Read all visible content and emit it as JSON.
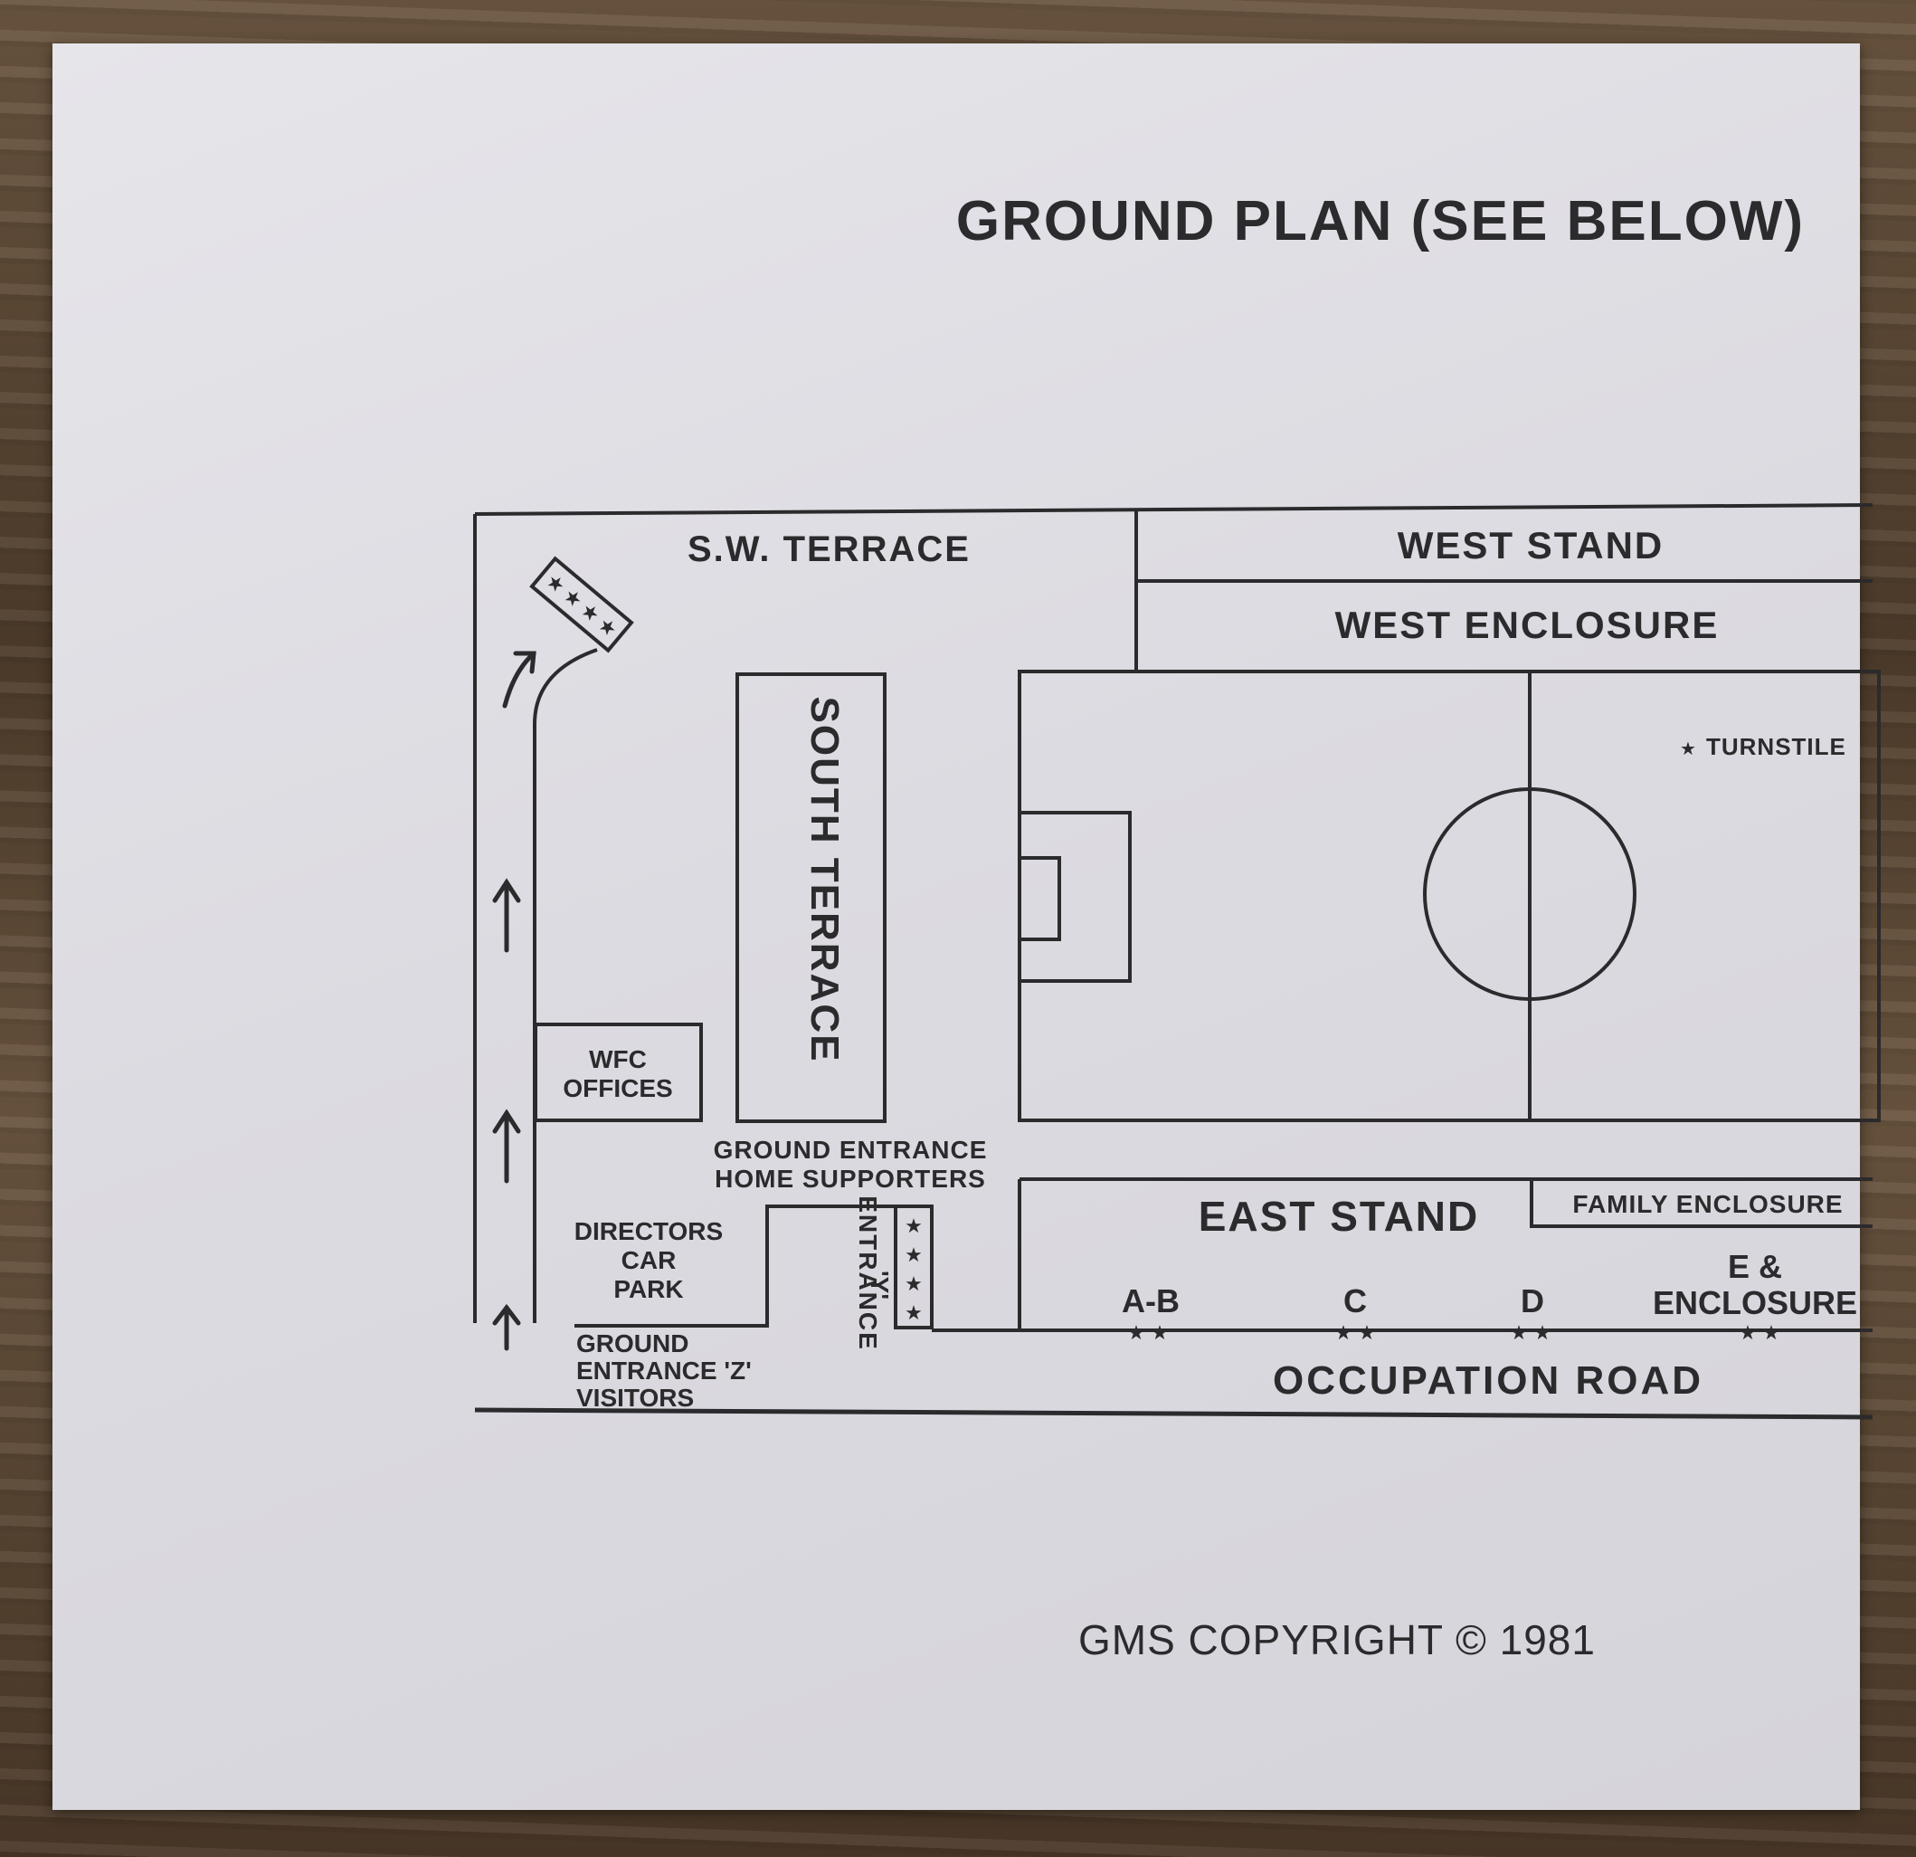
{
  "title": "GROUND PLAN (SEE BELOW)",
  "copyright": "GMS COPYRIGHT © 1981",
  "areas": {
    "sw_terrace": "S.W. TERRACE",
    "west_stand": "WEST STAND",
    "west_enclosure": "WEST ENCLOSURE",
    "south_terrace": "SOUTH TERRACE",
    "wfc_offices_line1": "WFC",
    "wfc_offices_line2": "OFFICES",
    "east_stand": "EAST STAND",
    "family_enclosure": "FAMILY ENCLOSURE",
    "occupation_road": "OCCUPATION ROAD"
  },
  "entrances": {
    "home_line1": "GROUND ENTRANCE",
    "home_line2": "HOME SUPPORTERS",
    "visitors_line1": "GROUND",
    "visitors_line2": "ENTRANCE 'Z'",
    "visitors_line3": "VISITORS",
    "entrance_y_line1": "ENTRANCE",
    "entrance_y_line2": "'Y'",
    "directors_line1": "DIRECTORS",
    "directors_line2": "CAR",
    "directors_line3": "PARK"
  },
  "turnstile_groups": {
    "ab": "A-B",
    "c": "C",
    "d": "D",
    "e_line1": "E &",
    "e_line2": "ENCLOSURE"
  },
  "legend": {
    "turnstile": "TURNSTILE"
  },
  "colors": {
    "ink": "#2b2a2c",
    "paper": "#dedde3",
    "wood": "#5a4632"
  },
  "icons": {
    "turnstile": "star-icon",
    "direction": "arrow-up-icon"
  }
}
